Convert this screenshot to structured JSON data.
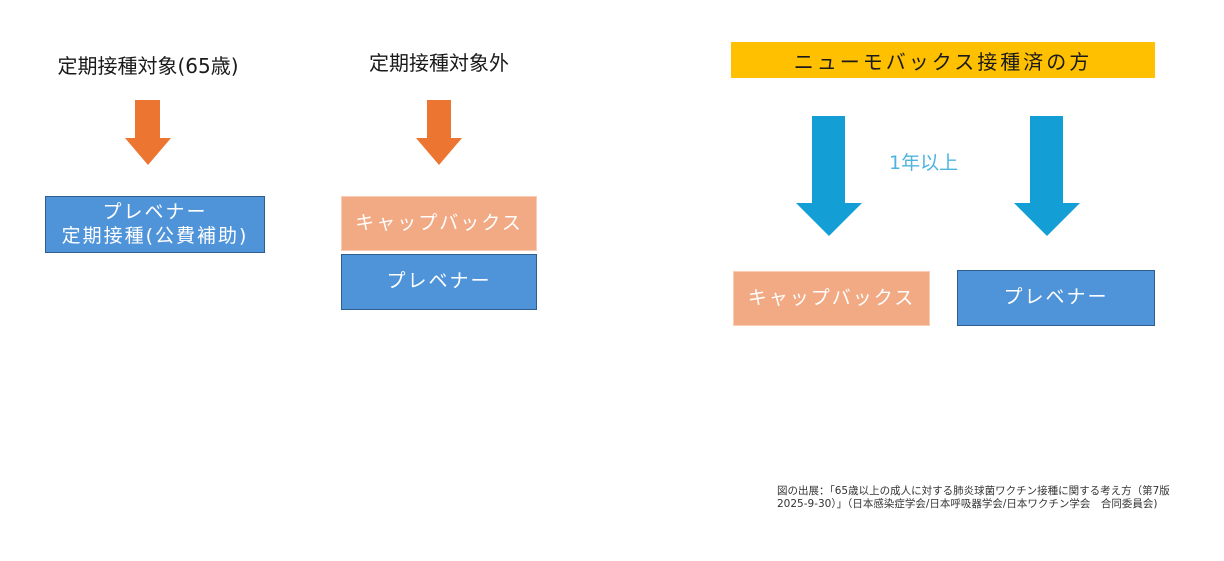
{
  "colors": {
    "orange_arrow": "#ed7532",
    "blue_arrow": "#139fd6",
    "box_blue": "#4f94d9",
    "box_salmon": "#f2aa84",
    "banner_yellow": "#ffc000",
    "interval_text": "#4fb3e0"
  },
  "column_routine": {
    "heading": "定期接種対象(65歳)",
    "arrow_icon": "arrow-down",
    "result_box": {
      "line1": "プレベナー",
      "line2": "定期接種(公費補助)"
    }
  },
  "column_non_routine": {
    "heading": "定期接種対象外",
    "arrow_icon": "arrow-down",
    "options": [
      {
        "label": "キャップバックス",
        "style": "salmon"
      },
      {
        "label": "プレベナー",
        "style": "blue"
      }
    ]
  },
  "column_pneumovax": {
    "banner": "ニューモバックス接種済の方",
    "interval_label": "1年以上",
    "arrow_icons": [
      "arrow-down",
      "arrow-down"
    ],
    "options": [
      {
        "label": "キャップバックス",
        "style": "salmon"
      },
      {
        "label": "プレベナー",
        "style": "blue"
      }
    ]
  },
  "source_note": "図の出展：「65歳以上の成人に対する肺炎球菌ワクチン接種に関する考え方（第7版 2025-9-30）」（日本感染症学会/日本呼吸器学会/日本ワクチン学会　合同委員会)"
}
